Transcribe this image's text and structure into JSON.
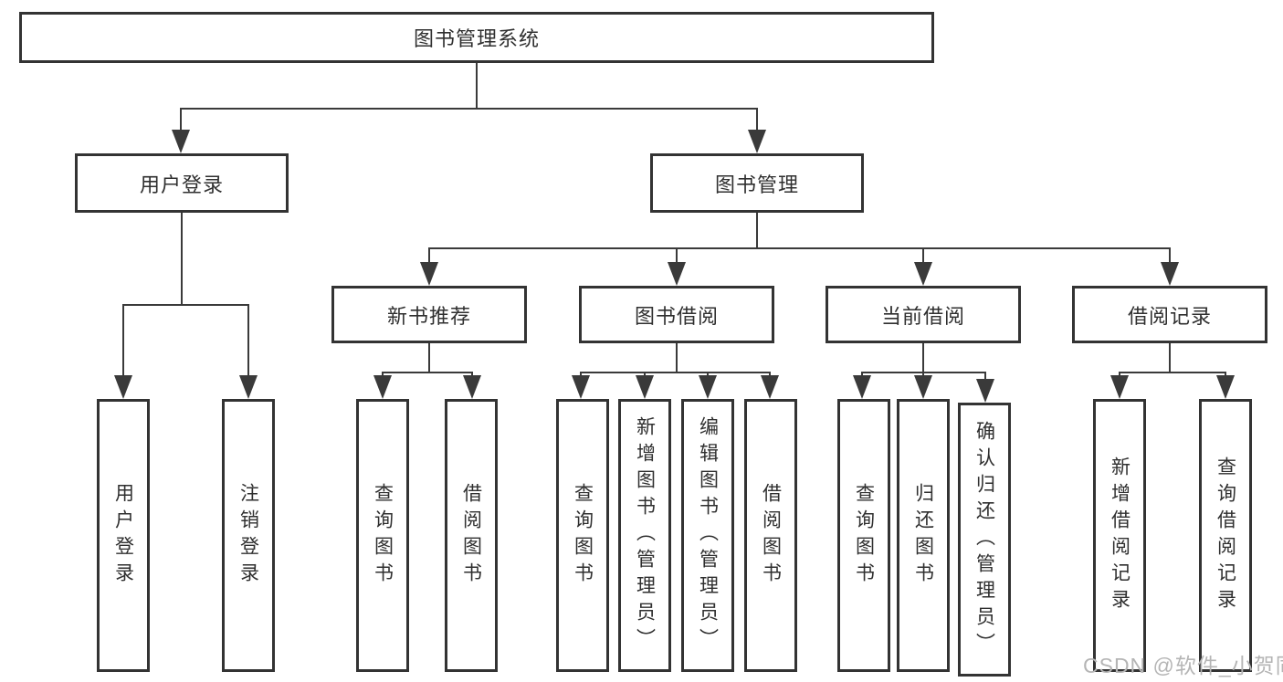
{
  "diagram_type": "hierarchy-tree",
  "nodes": {
    "root": {
      "label": "图书管理系统"
    },
    "userLogin": {
      "label": "用户登录"
    },
    "bookManagement": {
      "label": "图书管理"
    },
    "newBookRecommend": {
      "label": "新书推荐"
    },
    "bookBorrow": {
      "label": "图书借阅"
    },
    "currentBorrow": {
      "label": "当前借阅"
    },
    "borrowRecords": {
      "label": "借阅记录"
    },
    "leafUserLogin": {
      "label": "用户登录"
    },
    "leafLogout": {
      "label": "注销登录"
    },
    "leafQueryBooks1": {
      "label": "查询图书"
    },
    "leafBorrowBooks1": {
      "label": "借阅图书"
    },
    "leafQueryBooks2": {
      "label": "查询图书"
    },
    "leafAddBooks": {
      "label": "新增图书（管理员）"
    },
    "leafEditBooks": {
      "label": "编辑图书（管理员）"
    },
    "leafBorrowBooks2": {
      "label": "借阅图书"
    },
    "leafQueryBooks3": {
      "label": "查询图书"
    },
    "leafReturnBooks": {
      "label": "归还图书"
    },
    "leafConfirmReturn": {
      "label": "确认归还（管理员）"
    },
    "leafAddBorrowRecord": {
      "label": "新增借阅记录"
    },
    "leafQueryBorrowRecord": {
      "label": "查询借阅记录"
    }
  },
  "hierarchy": {
    "图书管理系统": {
      "用户登录": [
        "用户登录",
        "注销登录"
      ],
      "图书管理": {
        "新书推荐": [
          "查询图书",
          "借阅图书"
        ],
        "图书借阅": [
          "查询图书",
          "新增图书（管理员）",
          "编辑图书（管理员）",
          "借阅图书"
        ],
        "当前借阅": [
          "查询图书",
          "归还图书",
          "确认归还（管理员）"
        ],
        "借阅记录": [
          "新增借阅记录",
          "查询借阅记录"
        ]
      }
    }
  },
  "watermark": {
    "text": "CSDN @软件_小贺同学"
  },
  "colors": {
    "background": "#ffffff",
    "box_border": "#333333",
    "connector_line": "#3a3a3a",
    "text": "#2f2f2f",
    "watermark_text": "#b5b5b5"
  }
}
